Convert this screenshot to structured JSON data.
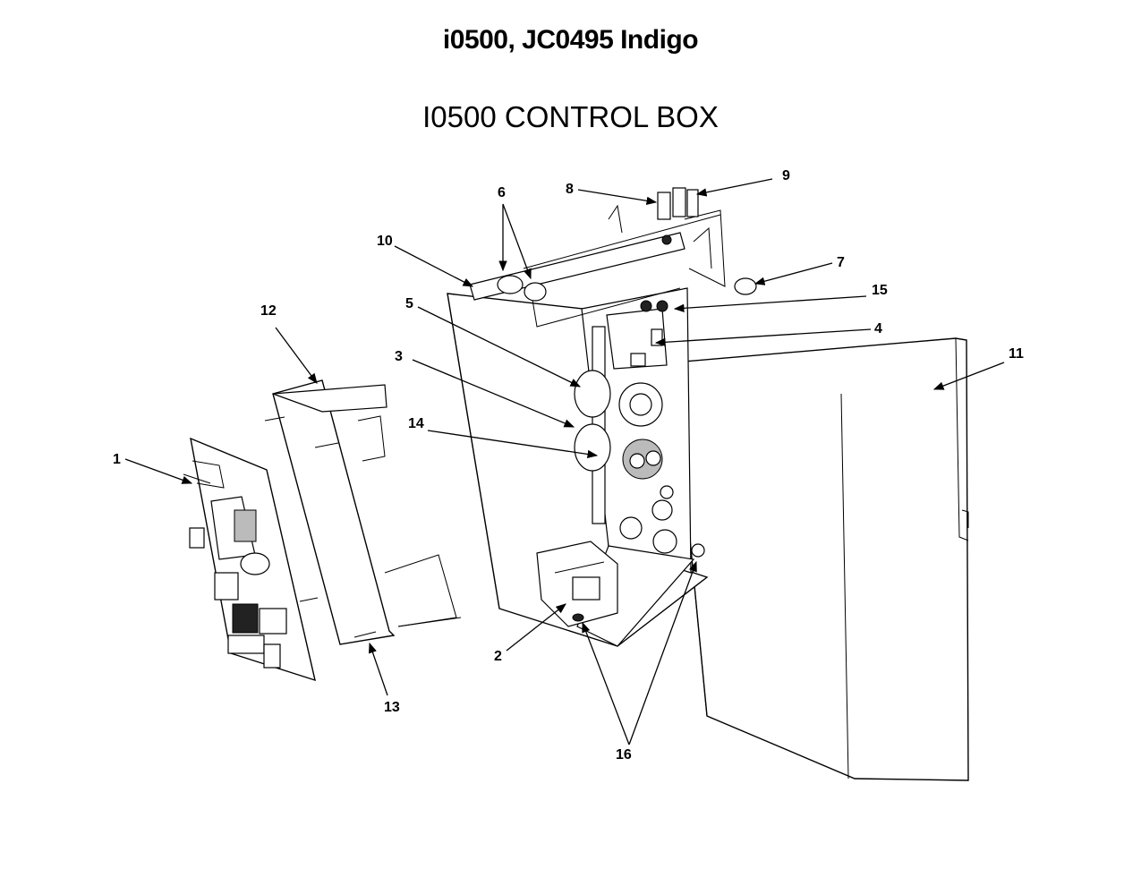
{
  "title": "i0500, JC0495 Indigo",
  "subtitle": "I0500 CONTROL BOX",
  "callouts": {
    "c1": "1",
    "c2": "2",
    "c3": "3",
    "c4": "4",
    "c5": "5",
    "c6": "6",
    "c7": "7",
    "c8": "8",
    "c9": "9",
    "c10": "10",
    "c11": "11",
    "c12": "12",
    "c13": "13",
    "c14": "14",
    "c15": "15",
    "c16": "16"
  }
}
